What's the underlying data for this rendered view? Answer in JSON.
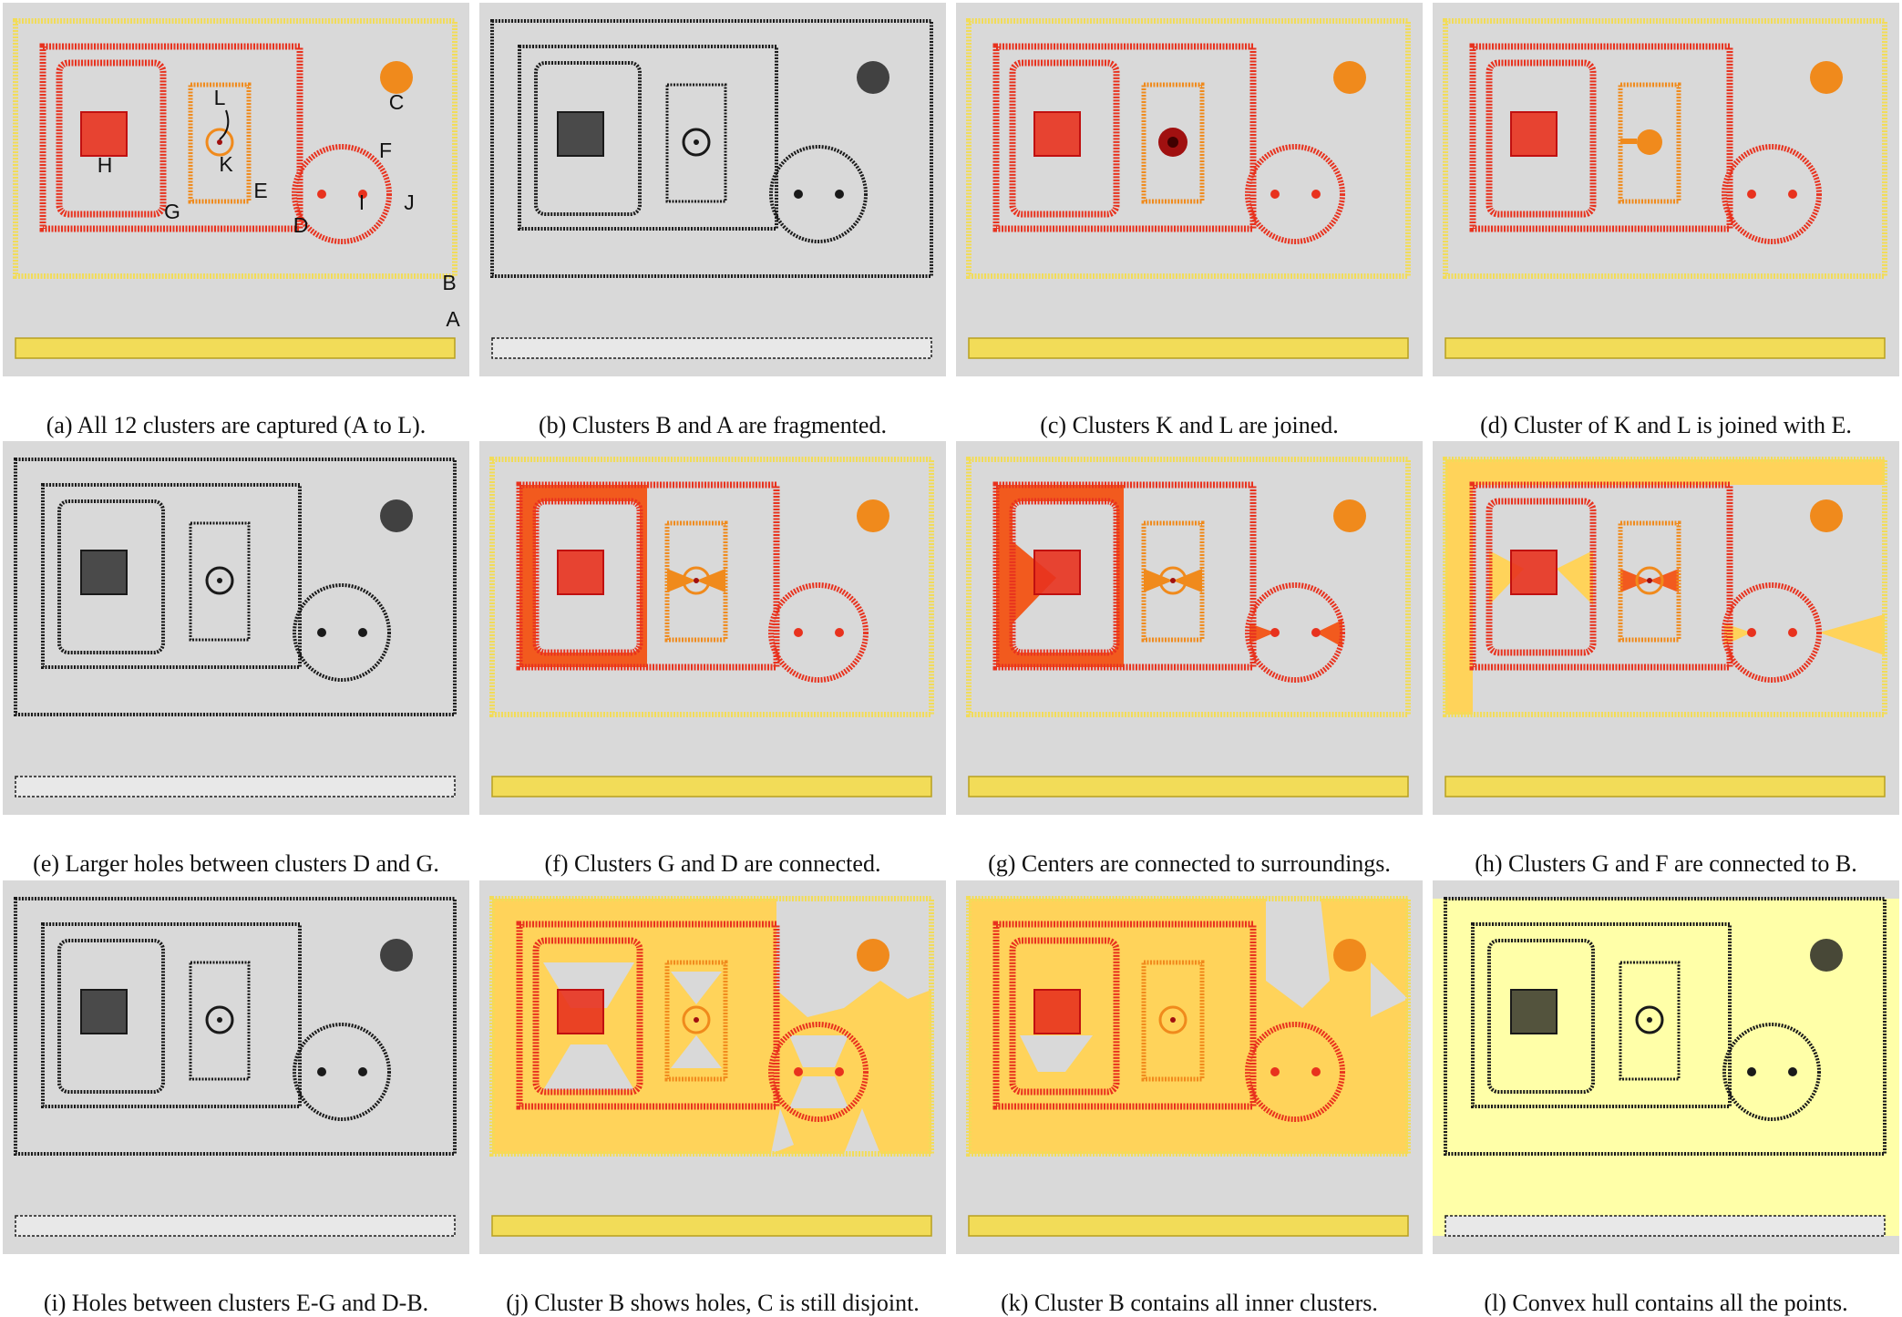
{
  "figure": {
    "labels": [
      "A",
      "B",
      "C",
      "D",
      "E",
      "F",
      "G",
      "H",
      "I",
      "J",
      "K",
      "L"
    ],
    "panels": [
      {
        "id": "a",
        "caption": "(a) All 12 clusters are captured (A to L).",
        "style": "cluster"
      },
      {
        "id": "b",
        "caption": "(b) Clusters B and A are fragmented.",
        "style": "dots"
      },
      {
        "id": "c",
        "caption": "(c) Clusters K and L are joined.",
        "style": "cluster"
      },
      {
        "id": "d",
        "caption": "(d) Cluster of K and L is joined with E.",
        "style": "cluster"
      },
      {
        "id": "e",
        "caption": "(e) Larger holes between clusters D and G.",
        "style": "dots"
      },
      {
        "id": "f",
        "caption": "(f) Clusters G and D are connected.",
        "style": "fill-gd"
      },
      {
        "id": "g",
        "caption": "(g) Centers are connected to surroundings.",
        "style": "fill-center"
      },
      {
        "id": "h",
        "caption": "(h) Clusters G and F are connected to B.",
        "style": "fill-b"
      },
      {
        "id": "i",
        "caption": "(i) Holes between clusters E-G and D-B.",
        "style": "dots"
      },
      {
        "id": "j",
        "caption": "(j) Cluster B shows holes, C is still disjoint.",
        "style": "fill-holes"
      },
      {
        "id": "k",
        "caption": "(k) Cluster B contains all inner clusters.",
        "style": "fill-inner"
      },
      {
        "id": "l",
        "caption": "(l) Convex hull contains all the points.",
        "style": "hull"
      }
    ]
  },
  "colors": {
    "background": "#d9d9d9",
    "yellow": "#f2dc58",
    "orange": "#f08a1c",
    "red": "#e8321e",
    "darkred": "#a01010",
    "fill_orange": "#f25a1e",
    "fill_yellow": "#ffd35a",
    "fill_pale": "#ffffa8"
  }
}
